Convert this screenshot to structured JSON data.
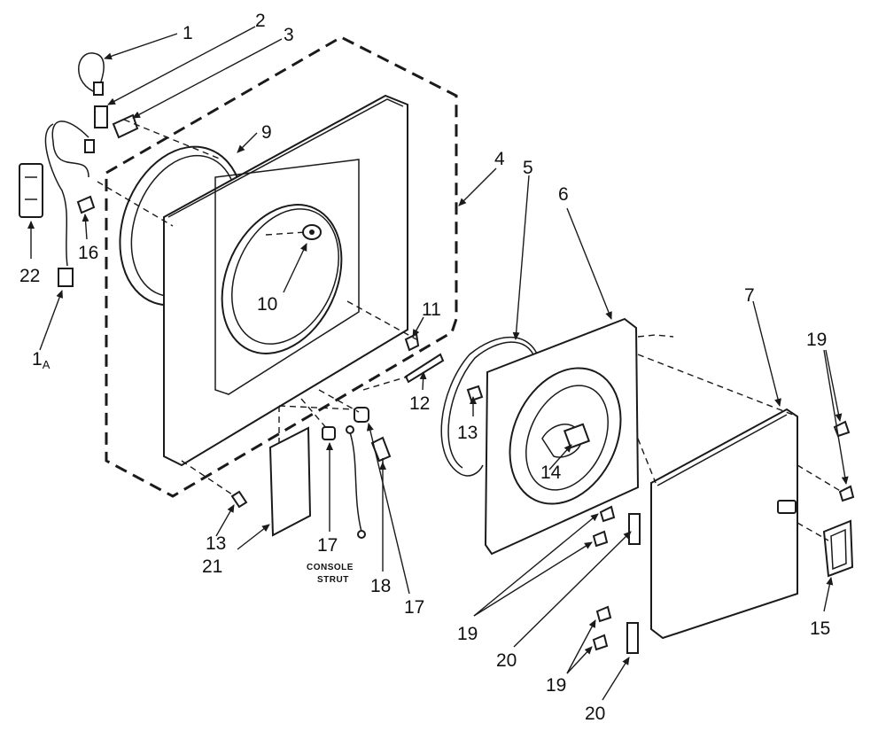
{
  "diagram": {
    "labels": {
      "p1": "1",
      "p2": "2",
      "p3": "3",
      "p4": "4",
      "p5": "5",
      "p6": "6",
      "p7": "7",
      "p9": "9",
      "p10": "10",
      "p11": "11",
      "p12": "12",
      "p13a": "13",
      "p13b": "13",
      "p14": "14",
      "p15": "15",
      "p16": "16",
      "p17a": "17",
      "p17b": "17",
      "p18": "18",
      "p19a": "19",
      "p19b": "19",
      "p19c": "19",
      "p20a": "20",
      "p20b": "20",
      "p21": "21",
      "p22": "22",
      "p1a_main": "1",
      "p1a_sub": "A",
      "console_line1": "CONSOLE",
      "console_line2": "STRUT"
    },
    "colors": {
      "ink": "#1a1a1a",
      "paper": "#ffffff"
    }
  }
}
